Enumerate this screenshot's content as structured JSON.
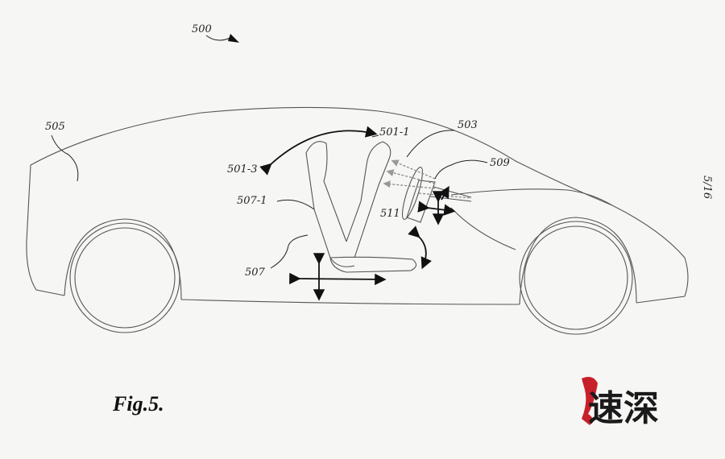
{
  "figure": {
    "caption": "Fig.5.",
    "sheet_number": "5/16",
    "watermark_text": "速深"
  },
  "labels": {
    "ref_500": "500",
    "ref_505": "505",
    "ref_501_1": "501-1",
    "ref_503": "503",
    "ref_509": "509",
    "ref_501_3": "501-3",
    "ref_507_1": "507-1",
    "ref_511": "511",
    "ref_507": "507"
  },
  "colors": {
    "line": "#555555",
    "ink": "#111111",
    "watermark_accent": "#c8202a"
  }
}
